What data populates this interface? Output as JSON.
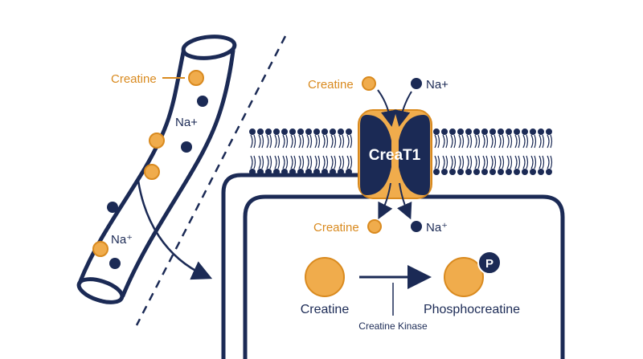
{
  "colors": {
    "navy": "#1b2a55",
    "orange": "#f0ac4c",
    "orange_dark": "#d98a1f",
    "orange_text": "#d98a1f",
    "white": "#ffffff"
  },
  "vessel": {
    "creatine_label": "Creatine",
    "na_label": "Na+",
    "na_label_lower": "Na⁺"
  },
  "transporter": {
    "name": "CreaT1",
    "outside_creatine_label": "Creatine",
    "outside_na_label": "Na+",
    "inside_creatine_label": "Creatine",
    "inside_na_label": "Na⁺"
  },
  "reaction": {
    "substrate_label": "Creatine",
    "product_label": "Phosphocreatine",
    "phosphate_label": "P",
    "enzyme_label": "Creatine Kinase"
  }
}
